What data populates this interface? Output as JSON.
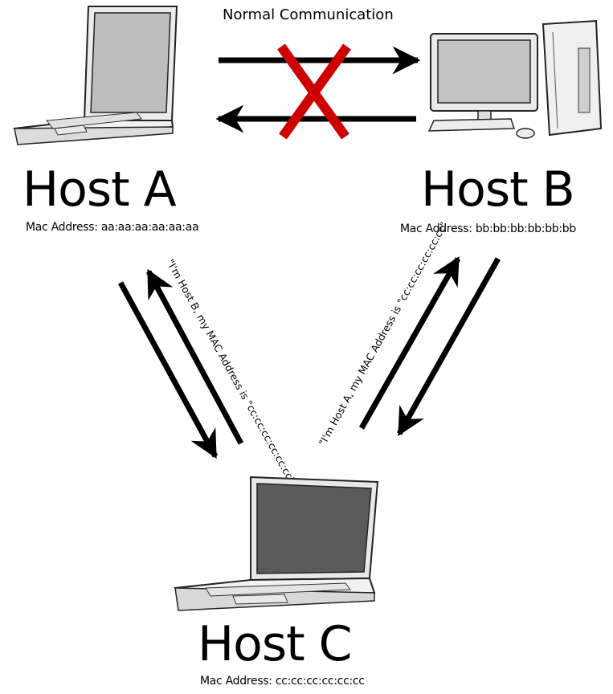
{
  "top_label": "Normal Communication",
  "hosts": {
    "a": {
      "name": "Host A",
      "mac": "Mac Address: aa:aa:aa:aa:aa:aa",
      "device": "laptop-icon"
    },
    "b": {
      "name": "Host B",
      "mac": "Mac Address: bb:bb:bb:bb:bb:bb",
      "device": "desktop-computer-icon"
    },
    "c": {
      "name": "Host C",
      "mac": "Mac Address: cc:cc:cc:cc:cc:cc",
      "device": "laptop-icon"
    }
  },
  "spoof_messages": {
    "to_a": "\"I'm Host B, my MAC Address is \"cc:cc:cc:cc:cc:cc\"",
    "to_b": "\"I'm Host A, my MAC Address is \"cc:cc:cc:cc:cc:cc\""
  },
  "colors": {
    "line": "#000000",
    "cross": "#cc0000",
    "device_body": "#f2f2f2",
    "screen": "#5a5a5a"
  }
}
